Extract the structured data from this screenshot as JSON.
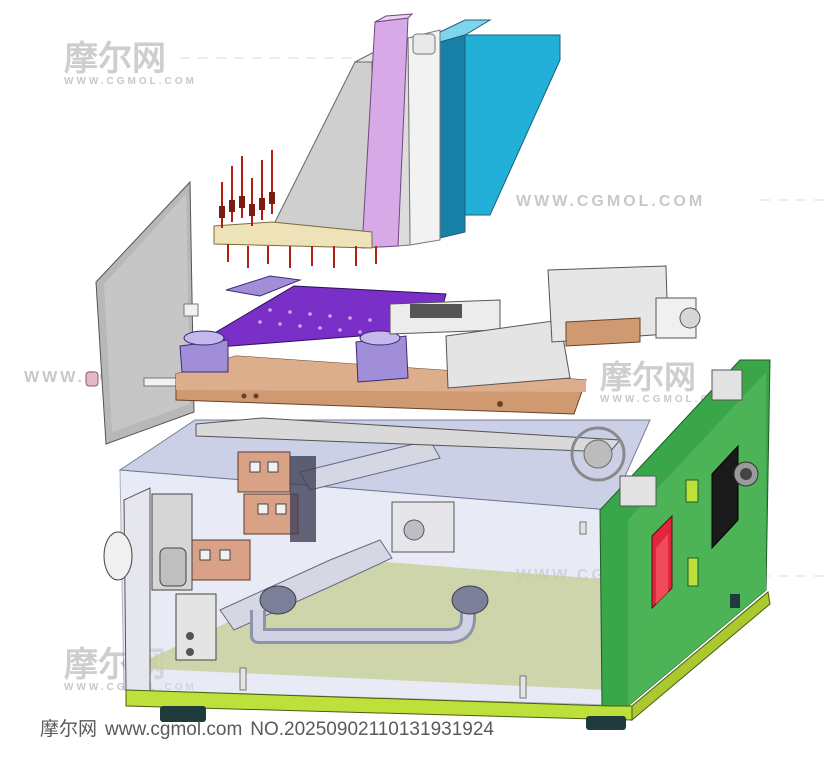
{
  "watermarks": {
    "brand_cn": "摩尔网",
    "brand_en": "WWW.CGMOL.COM",
    "logo_sub": "WWW.CGMOL.COM"
  },
  "footer": {
    "site_cn": "摩尔网",
    "site_url": "www.cgmol.com",
    "serial": "NO.20250902110131931924"
  },
  "colors": {
    "cyan_block": "#22b0d8",
    "violet_plate": "#7a2fc8",
    "lilac_block": "#a08fd8",
    "copper_plate": "#cf9a72",
    "green_panel": "#3aa64a",
    "glass_box": "#b9bedc",
    "base_plate": "#bde03a",
    "pink_plate": "#d7a9e6",
    "cream_plate": "#eee2b8",
    "red_switch": "#e0253c",
    "black_switch": "#1a1a1a",
    "pin_red": "#b01f14"
  }
}
